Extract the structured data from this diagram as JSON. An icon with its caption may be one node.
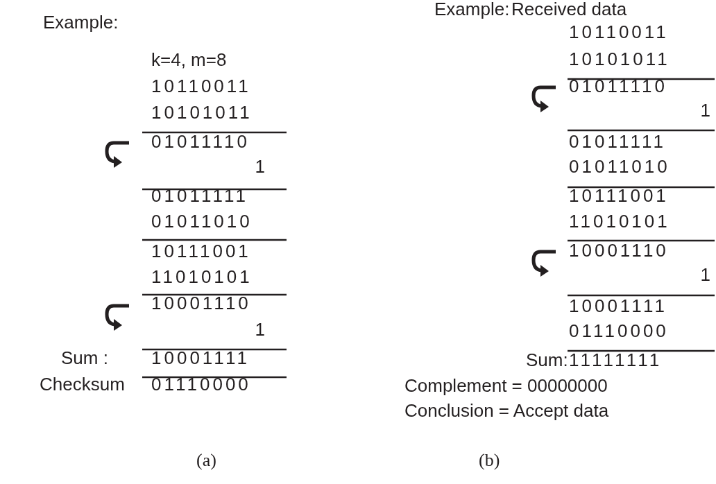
{
  "diagram": {
    "labels": [
      "Example:",
      "k=4, m=8",
      "10110011",
      "10101011",
      "01011110",
      "1",
      "01011111",
      "01011010",
      "10111001",
      "11010101",
      "10001110",
      "1",
      "Sum :",
      "10001111",
      "Checksum",
      "01110000",
      "(a)",
      "Example:",
      "Received data",
      "10110011",
      "10101011",
      "01011110",
      "1",
      "01011111",
      "01011010",
      "10111001",
      "11010101",
      "10001110",
      "1",
      "10001111",
      "01110000",
      "Sum:",
      "11111111",
      "Complement = 00000000",
      "Conclusion = Accept data",
      "(b)"
    ]
  }
}
